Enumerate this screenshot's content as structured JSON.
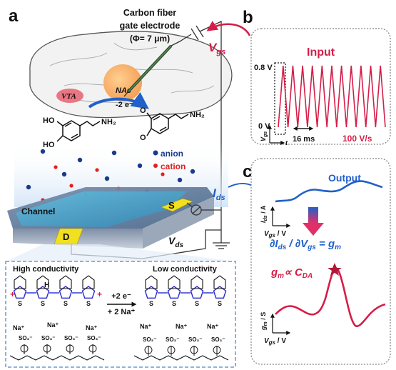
{
  "colors": {
    "accent_red": "#d41e48",
    "accent_blue": "#2060c8",
    "gold": "#f0e020",
    "dash_box": "#4a88c8",
    "anion": "#1a3a8c",
    "cation": "#e02020"
  },
  "panel_labels": {
    "a": "a",
    "b": "b",
    "c": "c"
  },
  "electrode": {
    "line1": "Carbon fiber",
    "line2": "gate electrode",
    "line3": "(Φ= 7 μm)"
  },
  "brain": {
    "vta": "VTA",
    "nac": "NAc",
    "electron": "-2 e⁻"
  },
  "molecules": {
    "oh1": "HO",
    "oh2": "HO",
    "nh2_1": "NH₂",
    "nh2_2": "NH₂",
    "o1": "O",
    "o2": "O"
  },
  "ions": {
    "anion": "anion",
    "cation": "cation"
  },
  "device": {
    "channel": "Channel",
    "source": "S",
    "drain": "D",
    "ids": "I",
    "ids_sub": "ds",
    "vds": "V",
    "vds_sub": "ds",
    "vgs": "V",
    "vgs_sub": "gs"
  },
  "input_panel": {
    "title": "Input",
    "ymax": "0.8 V",
    "ymin": "0 V",
    "period": "16 ms",
    "rate": "100 V/s",
    "ylabel": "V",
    "ylabel_sub": "gs",
    "xlabel": "t"
  },
  "output_panel": {
    "title": "Output",
    "curve_ylabel": "I",
    "curve_ylabel_sub": "ds",
    "curve_ylabel_unit": " / A",
    "curve_xlabel": "V",
    "curve_xlabel_sub": "gs",
    "curve_xlabel_unit": " / V",
    "eq_part1": "∂I",
    "eq_part1_sub": "ds",
    "eq_mid": " / ∂V",
    "eq_mid_sub": "gs",
    "eq_end": " = g",
    "eq_end_sub": "m",
    "prop": "g",
    "prop_sub": "m",
    "prop_mid": "∝ C",
    "prop_sub2": "DA",
    "gm_ylabel": "g",
    "gm_ylabel_sub": "m",
    "gm_ylabel_unit": " / S",
    "gm_xlabel": "V",
    "gm_xlabel_sub": "gs",
    "gm_xlabel_unit": " / V"
  },
  "polymer": {
    "high": "High conductivity",
    "low": "Low conductivity",
    "arrow_top": "+2 e⁻",
    "arrow_bot": "+ 2 Na⁺",
    "h": "H",
    "s": "S",
    "na": "Na⁺",
    "so3": "SO₃⁻",
    "plus": "+"
  }
}
